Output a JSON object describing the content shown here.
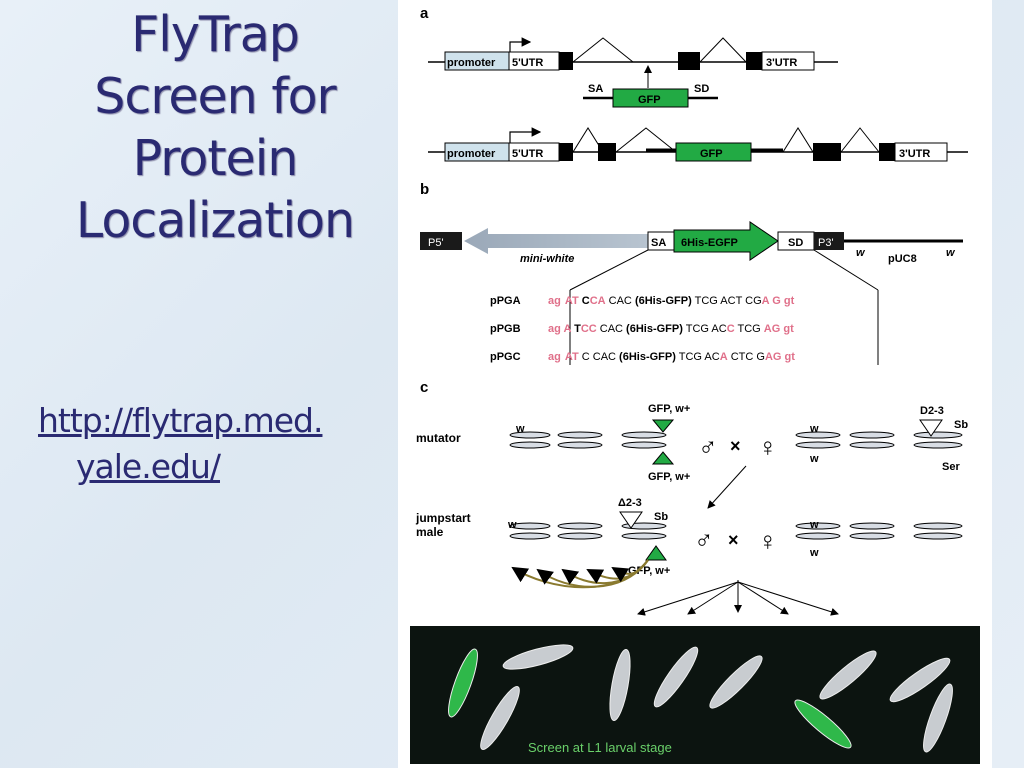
{
  "slide": {
    "title_lines": [
      "FlyTrap",
      "Screen for",
      "Protein",
      "Localization"
    ],
    "link_line1": "http://flytrap.med.",
    "link_line2": "yale.edu/"
  },
  "panel_a": {
    "label": "a",
    "promoter": "promoter",
    "utr5": "5'UTR",
    "utr3": "3'UTR",
    "sa": "SA",
    "sd": "SD",
    "gfp": "GFP"
  },
  "panel_b": {
    "label": "b",
    "p5": "P5'",
    "p3": "P3'",
    "sa": "SA",
    "sd": "SD",
    "egfp": "6His-EGFP",
    "mini_white": "mini-white",
    "w1": "w",
    "w2": "w",
    "puc": "pUC8",
    "rows": [
      {
        "name": "pPGA",
        "pre": "ag",
        "a": "AT",
        "b": " C",
        "c": "CA",
        "d": " CAC ",
        "mid": "(6His-GFP)",
        "e": " TCG ACT CG",
        "f": "A",
        "g": " G",
        "h": " gt"
      },
      {
        "name": "pPGB",
        "pre": "ag",
        "a": " A",
        "b": " T",
        "c": "CC",
        "d": " CAC ",
        "mid": "(6His-GFP)",
        "e": " TCG AC",
        "f": "C",
        "g": " TCG ",
        "h": "AG gt"
      },
      {
        "name": "pPGC",
        "pre": "ag",
        "a": "AT",
        "b": " C",
        "c": "",
        "d": " CAC ",
        "mid": "(6His-GFP)",
        "e": " TCG AC",
        "f": "A",
        "g": " CTC G",
        "h": "AG gt"
      }
    ]
  },
  "panel_c": {
    "label": "c",
    "mutator": "mutator",
    "jumpstart1": "jumpstart",
    "jumpstart2": "male",
    "gfp_w_top": "GFP, w+",
    "gfp_w_bottom": "GFP, w+",
    "gfp_w_jump": "GFP,  w+",
    "d23": "D2-3",
    "d23_jump": "Δ2-3",
    "sb": "Sb",
    "sb2": "Sb",
    "ser": "Ser",
    "w": "w",
    "cross": "×",
    "male": "♂",
    "female": "♀",
    "screen_caption": "Screen at L1 larval stage"
  },
  "colors": {
    "title": "#2a2a72",
    "gfp_green": "#22aa44",
    "pink": "#e0708a"
  }
}
